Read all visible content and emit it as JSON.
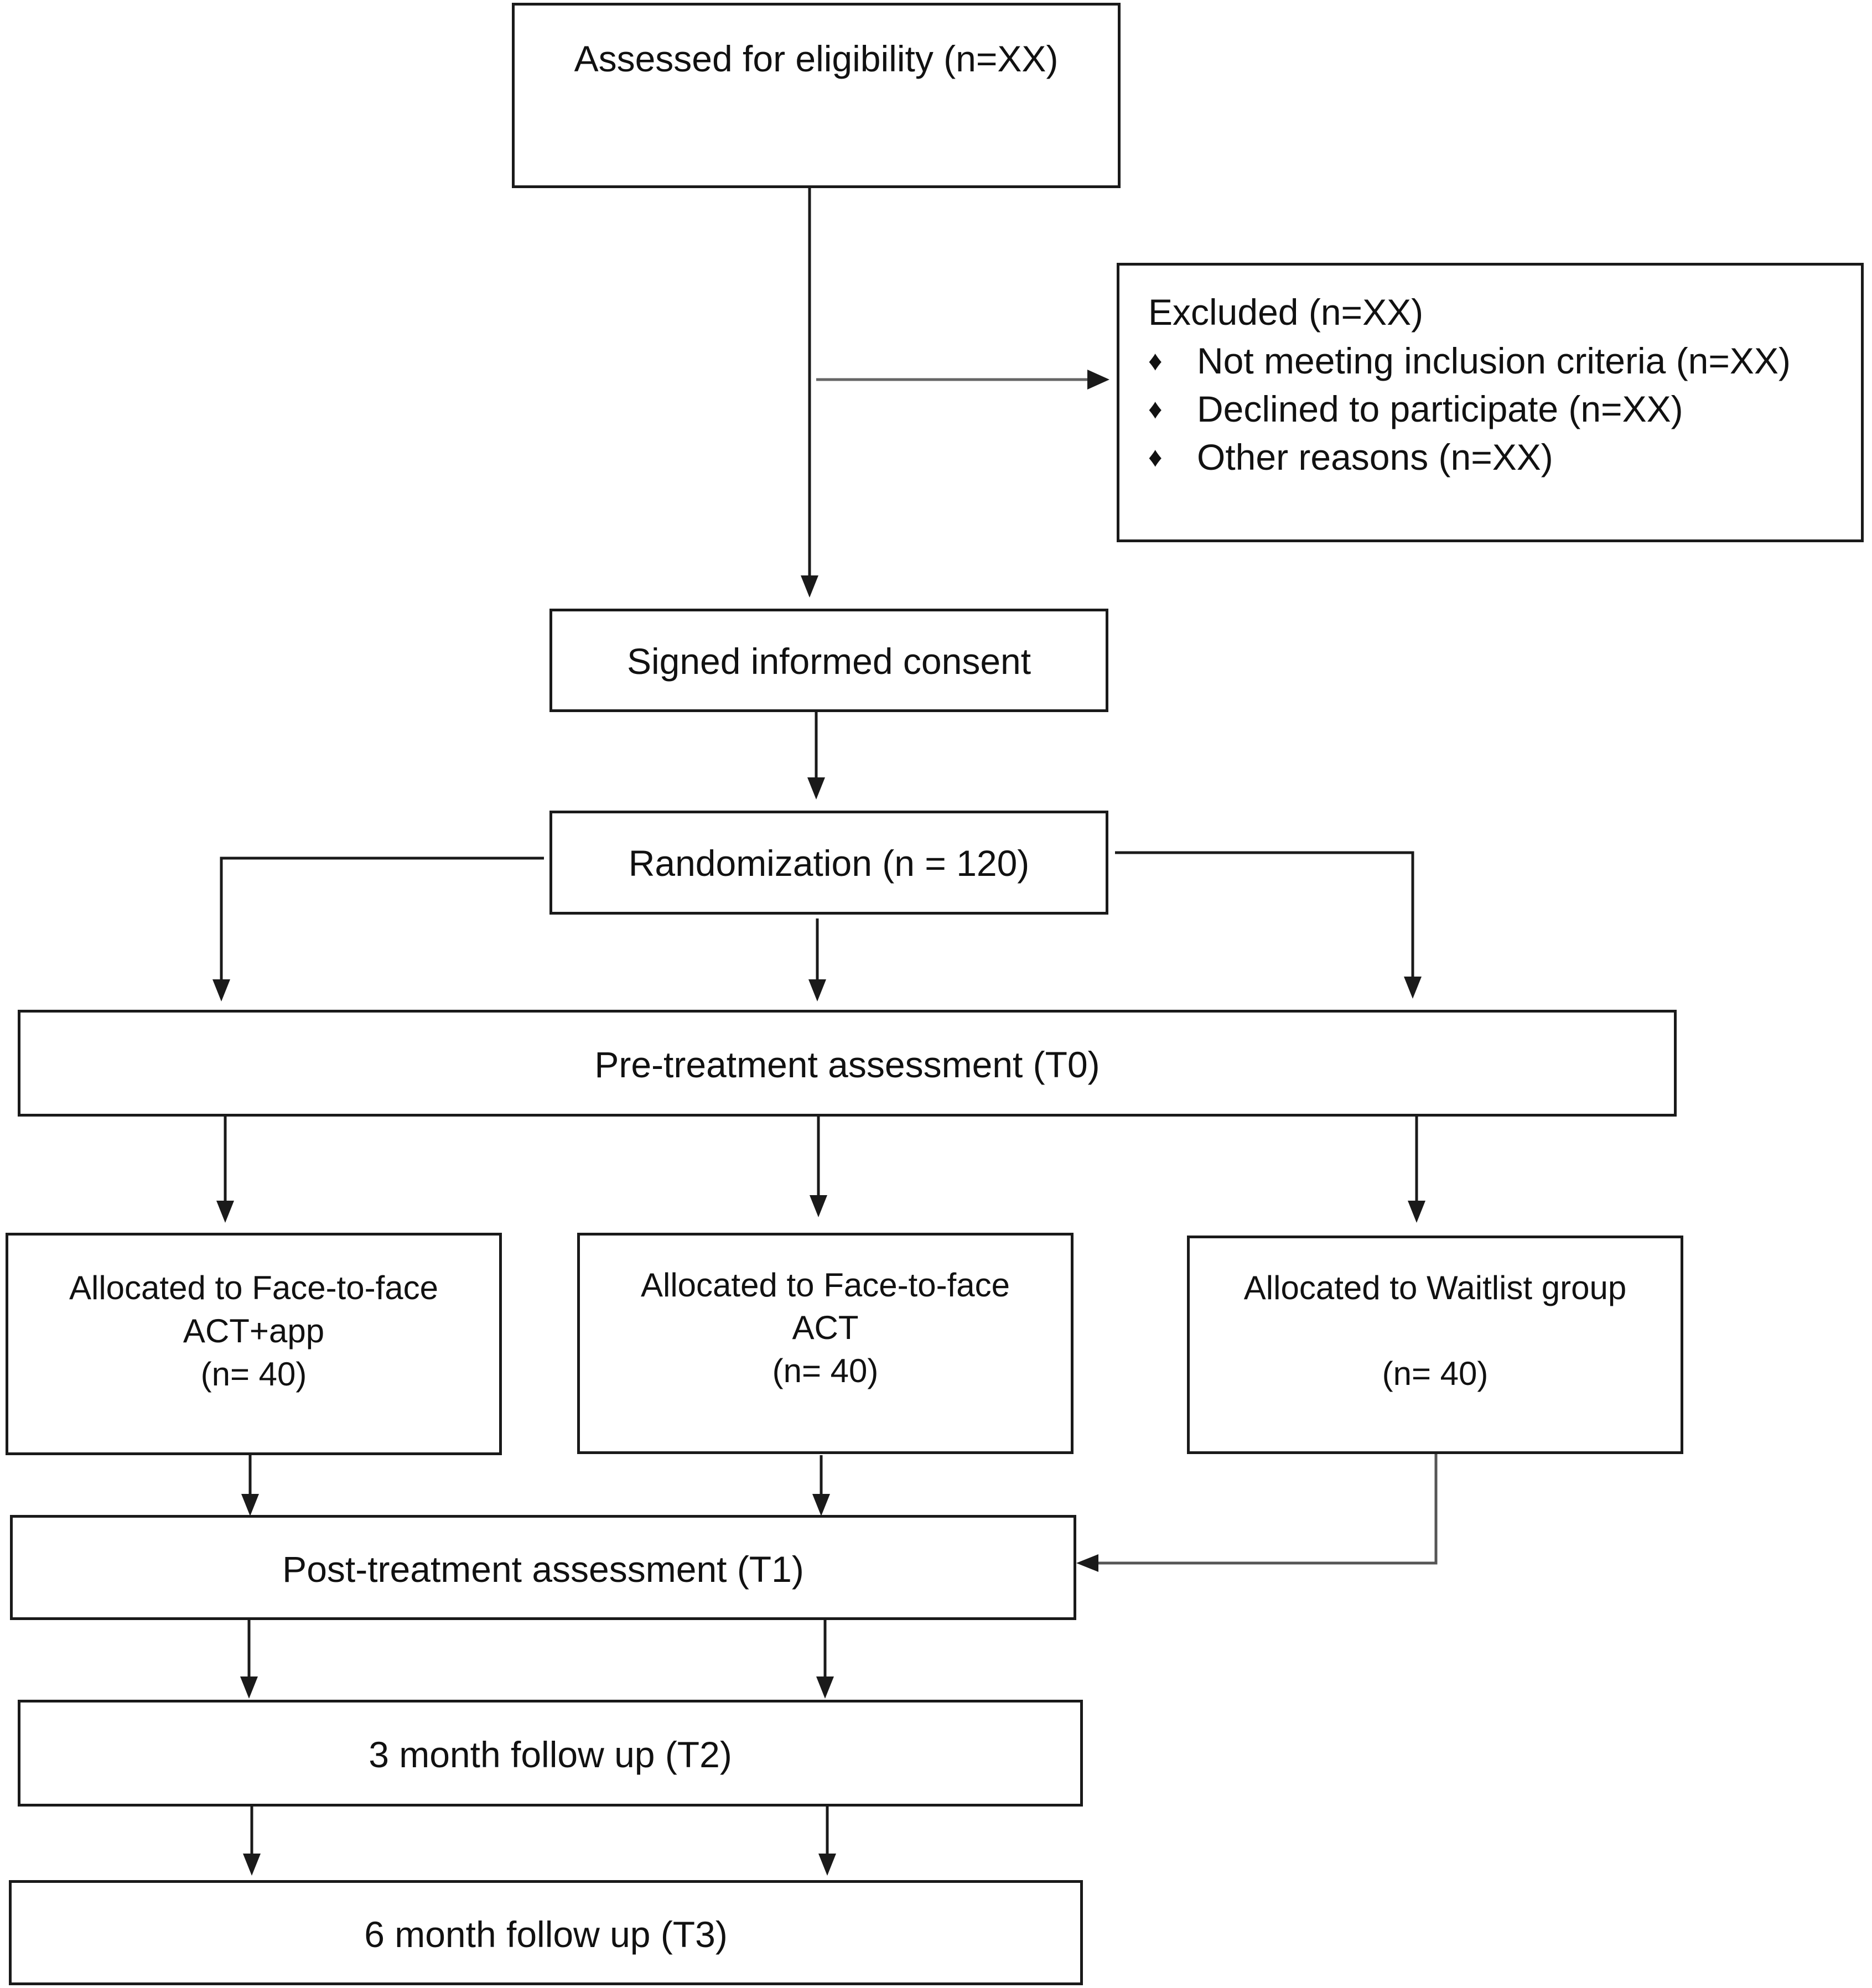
{
  "flowchart": {
    "eligibility": "Assessed for eligibility (n=XX)",
    "excluded": {
      "title": "Excluded (n=XX)",
      "items": [
        "Not meeting inclusion criteria (n=XX)",
        "Declined to participate (n=XX)",
        "Other reasons (n=XX)"
      ],
      "bullet": "♦"
    },
    "consent": "Signed informed consent",
    "randomization": "Randomization (n = 120)",
    "pre_treatment": "Pre-treatment assessment (T0)",
    "arms": [
      {
        "line1": "Allocated to Face-to-face",
        "line2": "ACT+app",
        "n": "(n= 40)"
      },
      {
        "line1": "Allocated to Face-to-face",
        "line2": "ACT",
        "n": "(n= 40)"
      },
      {
        "line1": "Allocated to Waitlist group",
        "line2": "",
        "n": "(n= 40)"
      }
    ],
    "post_treatment": "Post-treatment assessment (T1)",
    "followup_3": "3 month follow up (T2)",
    "followup_6": "6 month follow up (T3)"
  },
  "colors": {
    "line": "#1a1a1a",
    "background": "#ffffff"
  }
}
